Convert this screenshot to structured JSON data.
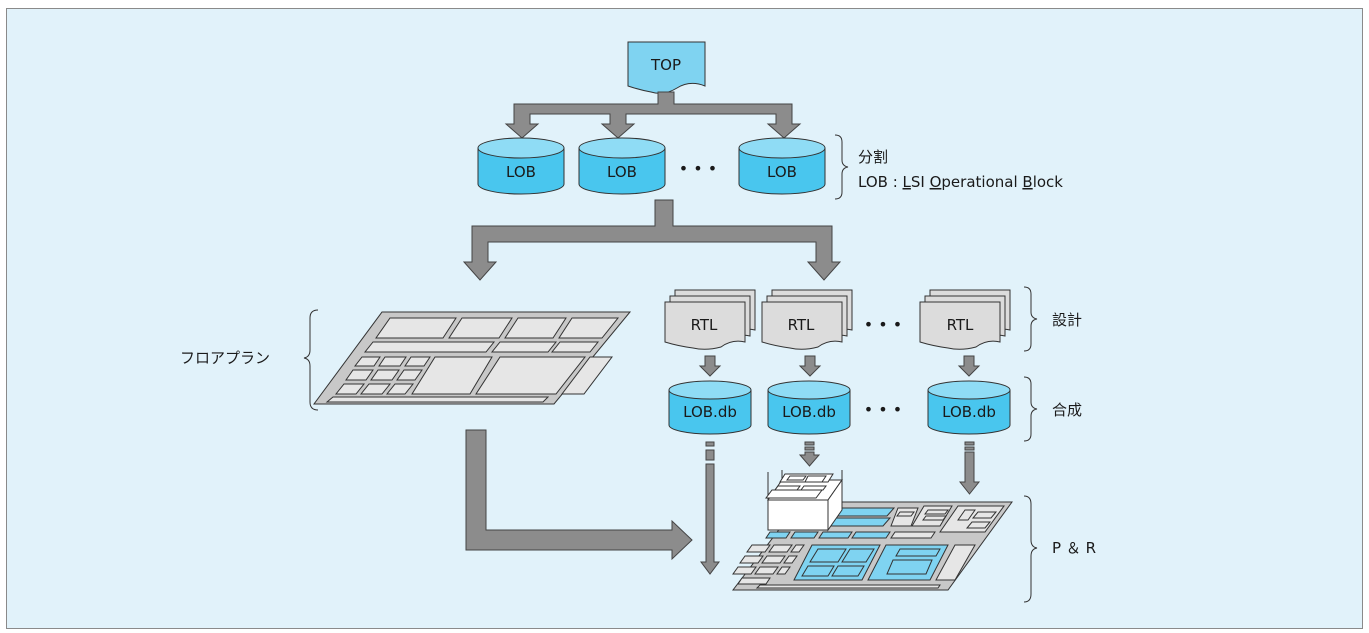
{
  "top_label": "TOP",
  "lob_label": "LOB",
  "ellipsis": "• • •",
  "split_label": "分割",
  "lob_def_prefix": "LOB : ",
  "lob_def_words": [
    {
      "first": "L",
      "rest": "SI "
    },
    {
      "first": "O",
      "rest": "perational "
    },
    {
      "first": "B",
      "rest": "lock"
    }
  ],
  "floorplan_label": "フロアプラン",
  "rtl_label": "RTL",
  "design_label": "設計",
  "lobdb_label": "LOB.db",
  "synthesis_label": "合成",
  "pr_label": "P ＆ R",
  "colors": {
    "background": "#e1f2fa",
    "border": "#8a8a8a",
    "cylinder": "#49c6ee",
    "cylinder_top": "#8fdcf5",
    "arrow": "#8c8c8c",
    "rtl": "#dcdcdc",
    "chip_fill": "#c8c8c8",
    "chip_block": "#e6e6e6",
    "chip_highlight": "#7fd3f1"
  }
}
